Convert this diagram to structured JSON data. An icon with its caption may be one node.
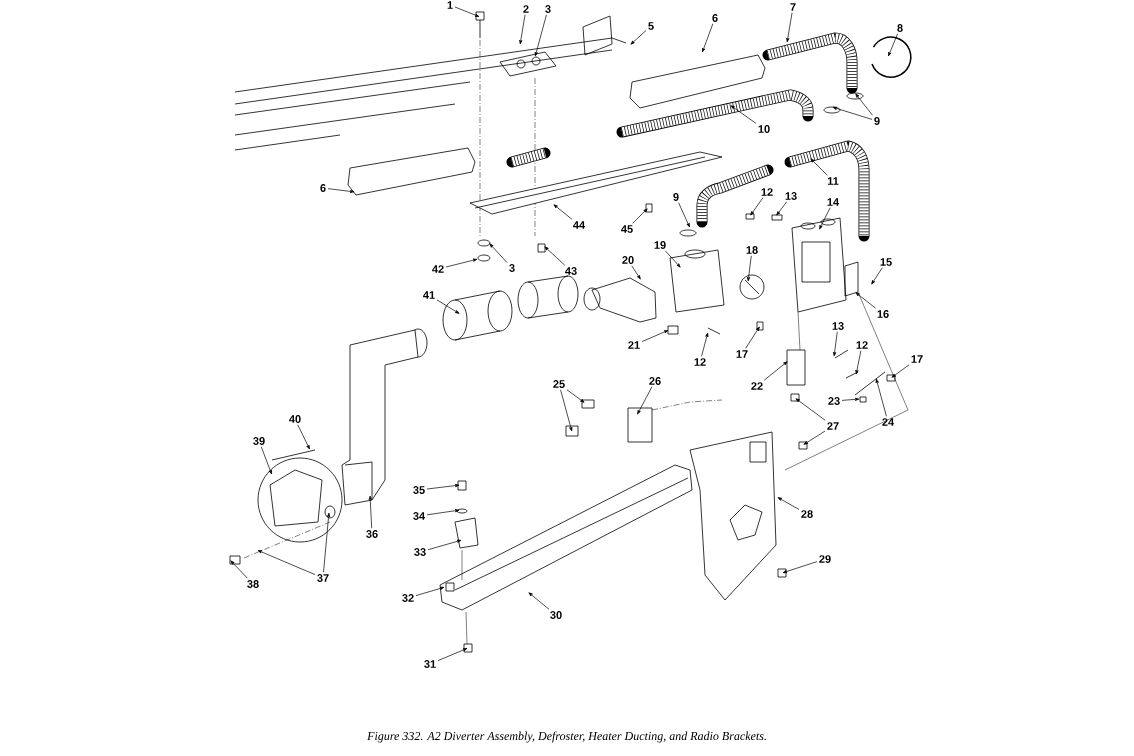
{
  "diagram": {
    "caption": "Figure 332.  A2 Diverter Assembly, Defroster, Heater Ducting, and Radio Brackets.",
    "nodes": [
      {
        "text": [
          "1"
        ]
      },
      {
        "text": [
          "2"
        ]
      },
      {
        "text": [
          "3"
        ]
      },
      {
        "text": [
          "5"
        ]
      },
      {
        "text": [
          "6"
        ]
      },
      {
        "text": [
          "7"
        ]
      },
      {
        "text": [
          "8"
        ]
      },
      {
        "text": [
          "9"
        ]
      },
      {
        "text": [
          "10"
        ]
      },
      {
        "text": [
          "6"
        ]
      },
      {
        "text": [
          "11"
        ]
      },
      {
        "text": [
          "9"
        ]
      },
      {
        "text": [
          "12"
        ]
      },
      {
        "text": [
          "13"
        ]
      },
      {
        "text": [
          "14"
        ]
      },
      {
        "text": [
          "44"
        ]
      },
      {
        "text": [
          "45"
        ]
      },
      {
        "text": [
          "19"
        ]
      },
      {
        "text": [
          "18"
        ]
      },
      {
        "text": [
          "20"
        ]
      },
      {
        "text": [
          "15"
        ]
      },
      {
        "text": [
          "42"
        ]
      },
      {
        "text": [
          "3"
        ]
      },
      {
        "text": [
          "43"
        ]
      },
      {
        "text": [
          "41"
        ]
      },
      {
        "text": [
          "16"
        ]
      },
      {
        "text": [
          "13"
        ]
      },
      {
        "text": [
          "21"
        ]
      },
      {
        "text": [
          "12"
        ]
      },
      {
        "text": [
          "17"
        ]
      },
      {
        "text": [
          "17"
        ]
      },
      {
        "text": [
          "12"
        ]
      },
      {
        "text": [
          "22"
        ]
      },
      {
        "text": [
          "25"
        ]
      },
      {
        "text": [
          "26"
        ]
      },
      {
        "text": [
          "23"
        ]
      },
      {
        "text": [
          "24"
        ]
      },
      {
        "text": [
          "40"
        ]
      },
      {
        "text": [
          "27"
        ]
      },
      {
        "text": [
          "39"
        ]
      },
      {
        "text": [
          "35"
        ]
      },
      {
        "text": [
          "28"
        ]
      },
      {
        "text": [
          "34"
        ]
      },
      {
        "text": [
          "36"
        ]
      },
      {
        "text": [
          "33"
        ]
      },
      {
        "text": [
          "29"
        ]
      },
      {
        "text": [
          "37"
        ]
      },
      {
        "text": [
          "38"
        ]
      },
      {
        "text": [
          "32"
        ]
      },
      {
        "text": [
          "30"
        ]
      },
      {
        "text": [
          "31"
        ]
      }
    ],
    "edges": [
      {
        "from": 0,
        "to": null,
        "arrow": "to"
      },
      {
        "from": 1,
        "to": null,
        "arrow": "to"
      },
      {
        "from": 2,
        "to": null,
        "arrow": "to"
      },
      {
        "from": 3,
        "to": null,
        "arrow": "to"
      },
      {
        "from": 4,
        "to": null,
        "arrow": "to"
      },
      {
        "from": 5,
        "to": null,
        "arrow": "to"
      },
      {
        "from": 6,
        "to": null,
        "arrow": "to"
      },
      {
        "from": 7,
        "to": null,
        "arrow": "to"
      },
      {
        "from": 7,
        "to": null,
        "arrow": "to"
      },
      {
        "from": 8,
        "to": null,
        "arrow": "to"
      },
      {
        "from": 9,
        "to": null,
        "arrow": "to"
      },
      {
        "from": 10,
        "to": null,
        "arrow": "to"
      },
      {
        "from": 11,
        "to": null,
        "arrow": "to"
      },
      {
        "from": 12,
        "to": null,
        "arrow": "to"
      },
      {
        "from": 13,
        "to": null,
        "arrow": "to"
      },
      {
        "from": 14,
        "to": null,
        "arrow": "to"
      },
      {
        "from": 15,
        "to": null,
        "arrow": "to"
      },
      {
        "from": 16,
        "to": null,
        "arrow": "to"
      },
      {
        "from": 17,
        "to": null,
        "arrow": "to"
      },
      {
        "from": 18,
        "to": null,
        "arrow": "to"
      },
      {
        "from": 19,
        "to": null,
        "arrow": "to"
      },
      {
        "from": 20,
        "to": null,
        "arrow": "to"
      },
      {
        "from": 21,
        "to": null,
        "arrow": "to"
      },
      {
        "from": 22,
        "to": null,
        "arrow": "to"
      },
      {
        "from": 23,
        "to": null,
        "arrow": "to"
      },
      {
        "from": 24,
        "to": null,
        "arrow": "to"
      },
      {
        "from": 25,
        "to": null,
        "arrow": "to"
      },
      {
        "from": 26,
        "to": null,
        "arrow": "to"
      },
      {
        "from": 27,
        "to": null,
        "arrow": "to"
      },
      {
        "from": 28,
        "to": null,
        "arrow": "to"
      },
      {
        "from": 29,
        "to": null,
        "arrow": "to"
      },
      {
        "from": 30,
        "to": null,
        "arrow": "to"
      },
      {
        "from": 31,
        "to": null,
        "arrow": "to"
      },
      {
        "from": 32,
        "to": null,
        "arrow": "to"
      },
      {
        "from": 33,
        "to": null,
        "arrow": "to"
      },
      {
        "from": 33,
        "to": null,
        "arrow": "to"
      },
      {
        "from": 34,
        "to": null,
        "arrow": "to"
      },
      {
        "from": 35,
        "to": null,
        "arrow": "to"
      },
      {
        "from": 36,
        "to": null,
        "arrow": "to"
      },
      {
        "from": 37,
        "to": null,
        "arrow": "to"
      },
      {
        "from": 38,
        "to": null,
        "arrow": "to"
      },
      {
        "from": 38,
        "to": null,
        "arrow": "to"
      },
      {
        "from": 39,
        "to": null,
        "arrow": "to"
      },
      {
        "from": 40,
        "to": null,
        "arrow": "to"
      },
      {
        "from": 41,
        "to": null,
        "arrow": "to"
      },
      {
        "from": 42,
        "to": null,
        "arrow": "to"
      },
      {
        "from": 43,
        "to": null,
        "arrow": "to"
      },
      {
        "from": 44,
        "to": null,
        "arrow": "to"
      },
      {
        "from": 45,
        "to": null,
        "arrow": "to"
      },
      {
        "from": 46,
        "to": null,
        "arrow": "to"
      },
      {
        "from": 46,
        "to": null,
        "arrow": "to"
      },
      {
        "from": 47,
        "to": null,
        "arrow": "to"
      },
      {
        "from": 48,
        "to": null,
        "arrow": "to"
      },
      {
        "from": 49,
        "to": null,
        "arrow": "to"
      },
      {
        "from": 50,
        "to": null,
        "arrow": "to"
      }
    ]
  }
}
